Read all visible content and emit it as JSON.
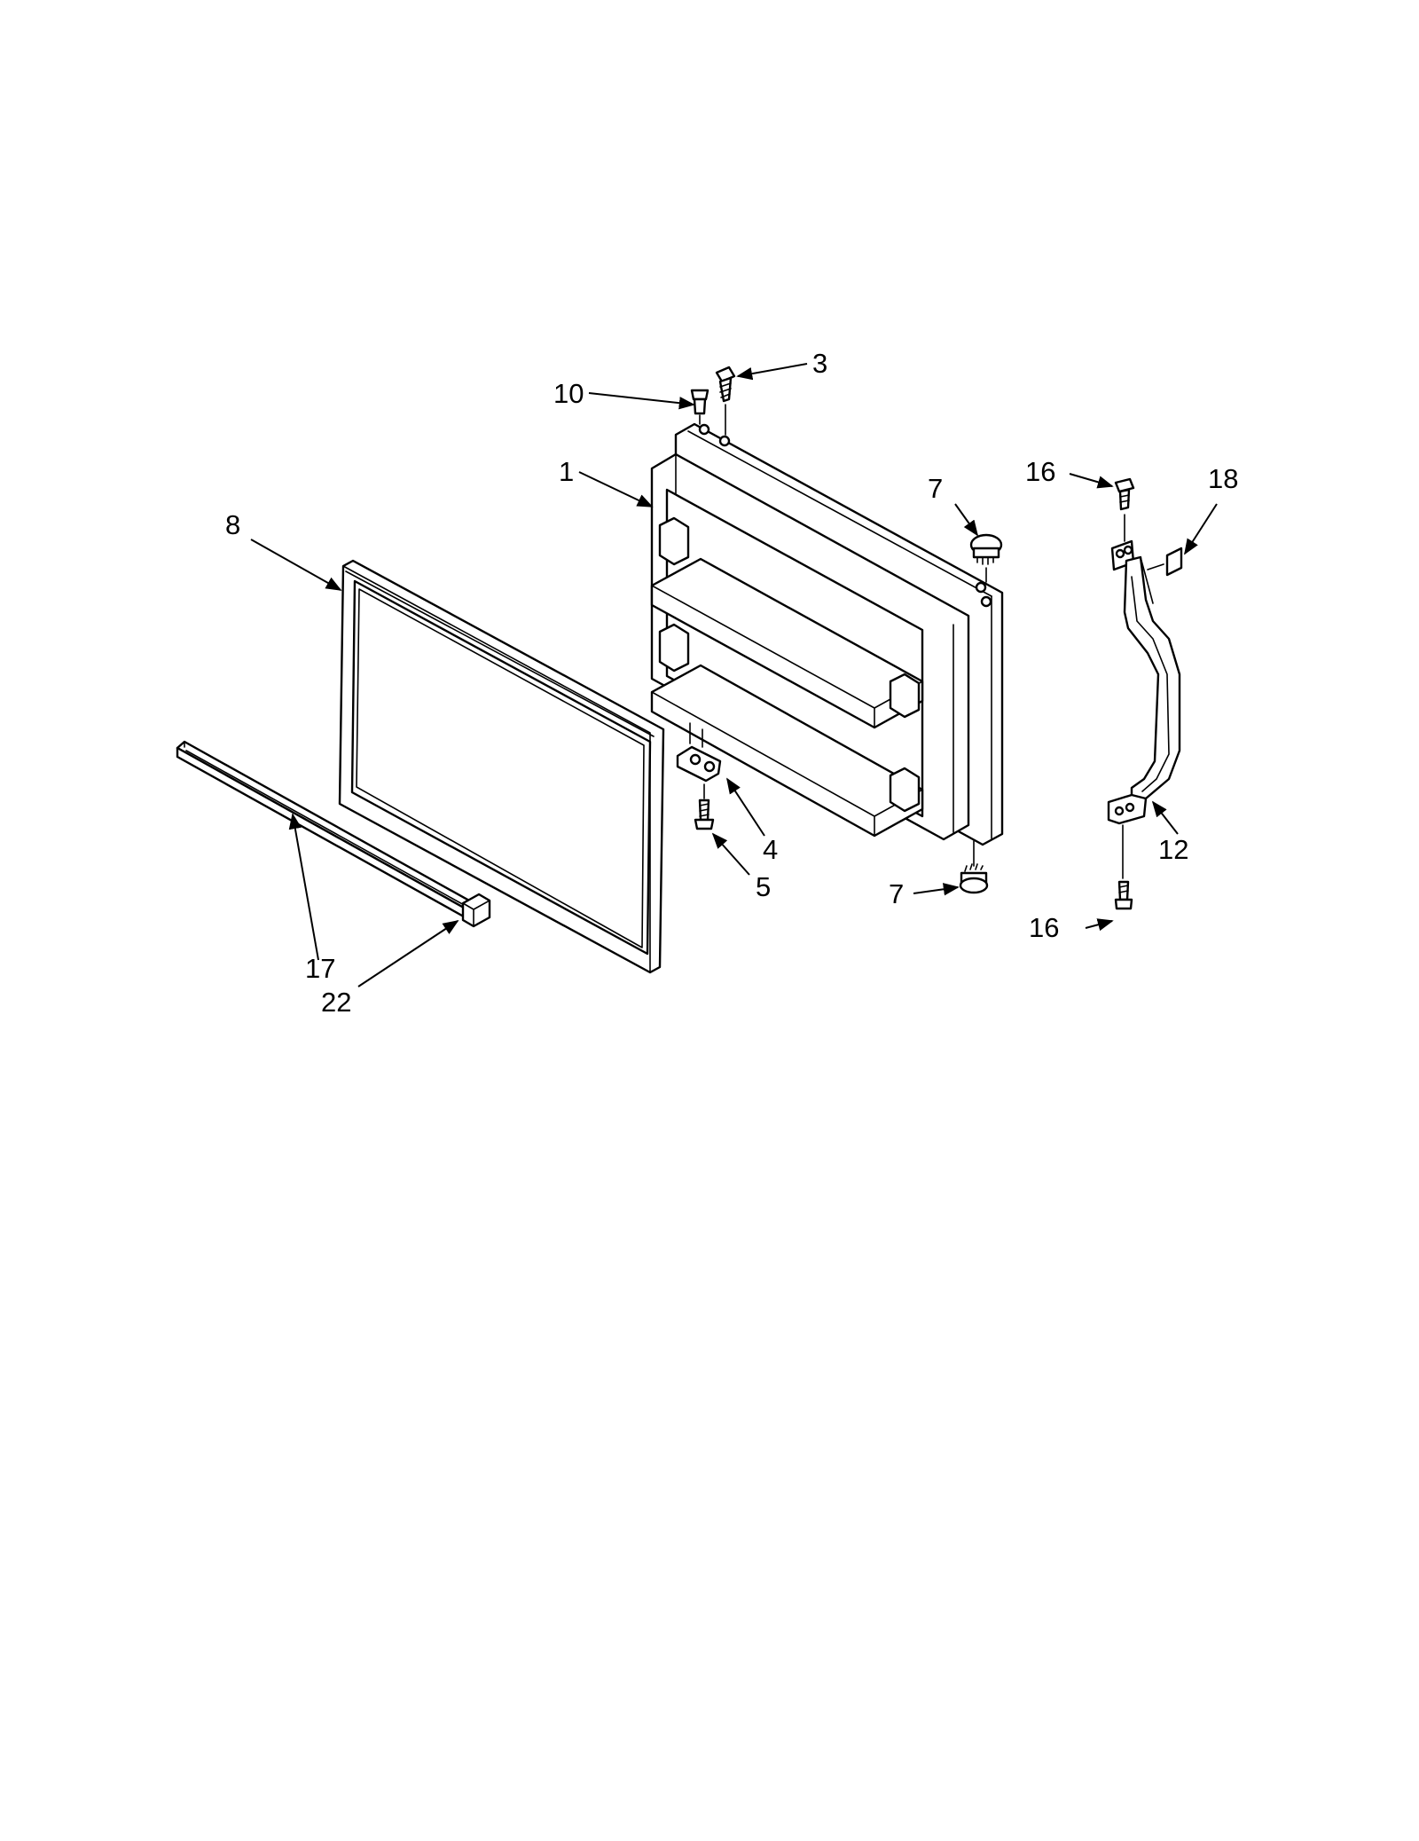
{
  "callouts": {
    "c1": "1",
    "c3": "3",
    "c4": "4",
    "c5": "5",
    "c7_top": "7",
    "c7_bottom": "7",
    "c8": "8",
    "c10": "10",
    "c12": "12",
    "c16_top": "16",
    "c16_bottom": "16",
    "c17": "17",
    "c18": "18",
    "c22": "22"
  }
}
